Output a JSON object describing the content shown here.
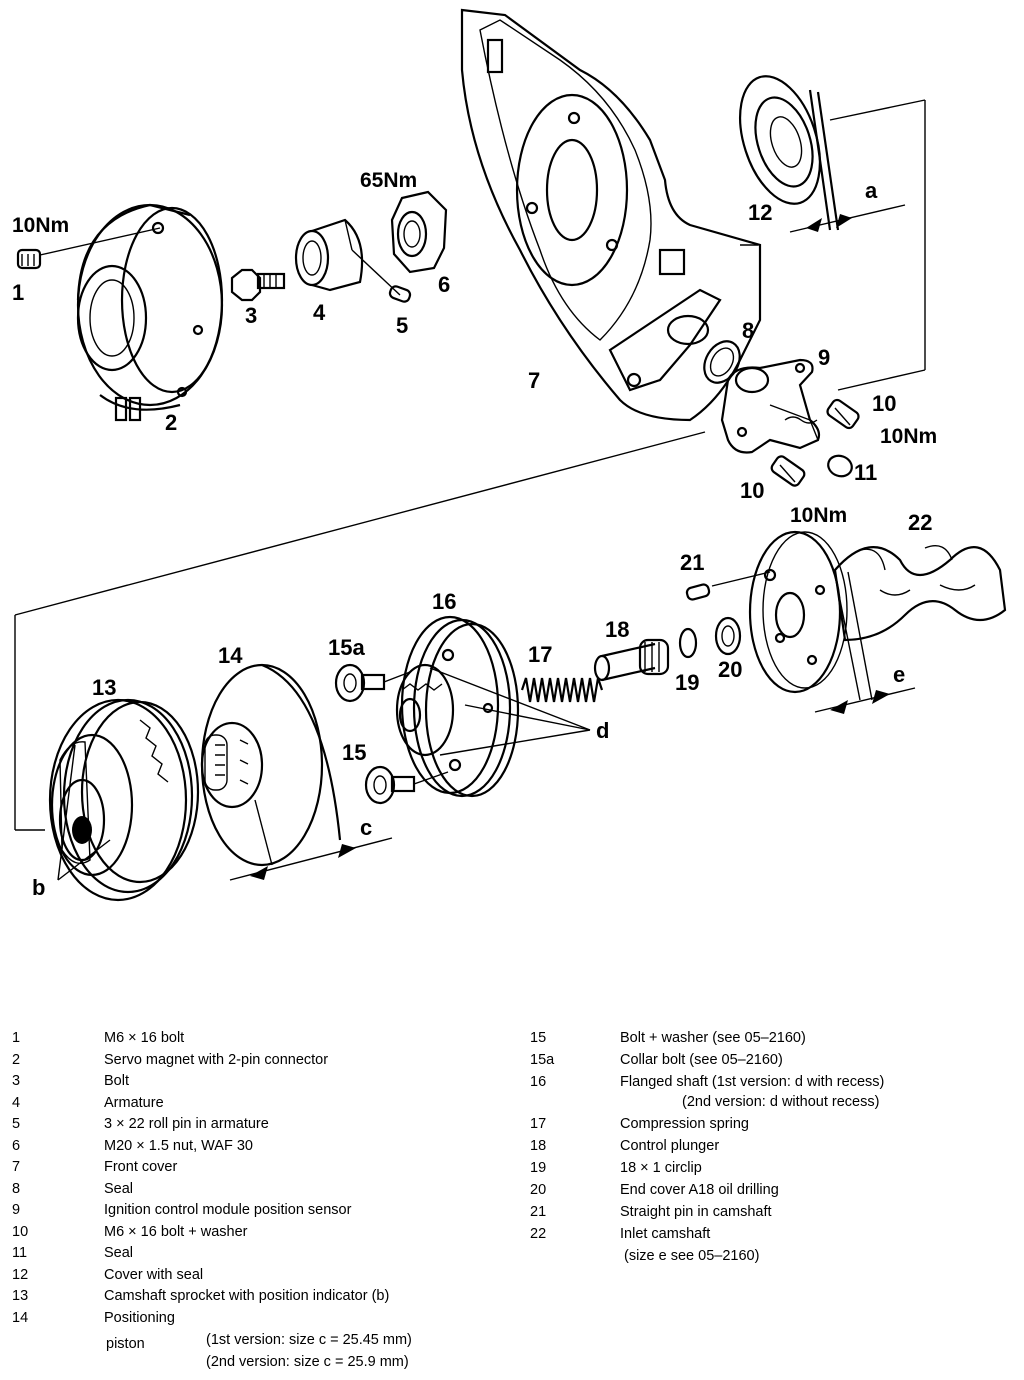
{
  "callouts": {
    "c1": "1",
    "c2": "2",
    "c3": "3",
    "c4": "4",
    "c5": "5",
    "c6": "6",
    "c7": "7",
    "c8": "8",
    "c9": "9",
    "c10a": "10",
    "c10b": "10",
    "c11": "11",
    "c12": "12",
    "c13": "13",
    "c14": "14",
    "c15": "15",
    "c15a": "15a",
    "c16": "16",
    "c17": "17",
    "c18": "18",
    "c19": "19",
    "c20": "20",
    "c21": "21",
    "c22": "22",
    "a": "a",
    "b": "b",
    "c": "c",
    "d": "d",
    "e": "e"
  },
  "torques": {
    "t_bolt1": "10Nm",
    "t_nut6": "65Nm",
    "t_bolt10a": "10Nm",
    "t_bolt10b": "10Nm"
  },
  "legend": {
    "left": [
      {
        "num": "1",
        "text": "M6 × 16 bolt"
      },
      {
        "num": "2",
        "text": "Servo magnet with 2-pin connector"
      },
      {
        "num": "3",
        "text": "Bolt"
      },
      {
        "num": "4",
        "text": "Armature"
      },
      {
        "num": "5",
        "text": "3 × 22 roll pin in armature"
      },
      {
        "num": "6",
        "text": "M20 × 1.5 nut, WAF 30"
      },
      {
        "num": "7",
        "text": "Front cover"
      },
      {
        "num": "8",
        "text": "Seal"
      },
      {
        "num": "9",
        "text": "Ignition control module position sensor"
      },
      {
        "num": "10",
        "text": "M6 × 16 bolt + washer"
      },
      {
        "num": "11",
        "text": "Seal"
      },
      {
        "num": "12",
        "text": "Cover with seal"
      },
      {
        "num": "13",
        "text": "Camshaft sprocket with position indicator (b)"
      },
      {
        "num": "14",
        "text": "Positioning"
      }
    ],
    "piston": {
      "word": "piston",
      "line1": "(1st version: size c  =  25.45 mm)",
      "line2": "(2nd version: size c  =  25.9 mm)"
    },
    "right": [
      {
        "num": "15",
        "text": "Bolt + washer (see 05–2160)"
      },
      {
        "num": "15a",
        "text": "Collar bolt (see 05–2160)"
      },
      {
        "num": "16",
        "text": "Flanged shaft   (1st version: d with recess)"
      },
      {
        "num": "",
        "text": "(2nd version: d without recess)"
      },
      {
        "num": "17",
        "text": "Compression spring"
      },
      {
        "num": "18",
        "text": "Control plunger"
      },
      {
        "num": "19",
        "text": "18 × 1 circlip"
      },
      {
        "num": "20",
        "text": "End cover A18 oil drilling"
      },
      {
        "num": "21",
        "text": "Straight pin in camshaft"
      },
      {
        "num": "22",
        "text": "Inlet camshaft"
      },
      {
        "num": "",
        "text": "(size e see 05–2160)"
      }
    ]
  }
}
